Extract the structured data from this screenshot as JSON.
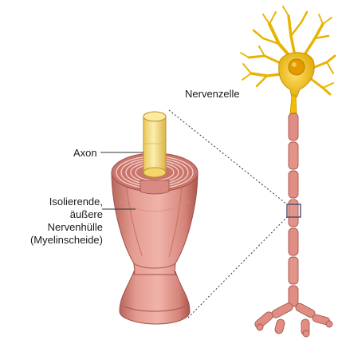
{
  "labels": {
    "neuron": "Nervenzelle",
    "axon": "Axon",
    "sheath_lines": [
      "Isolierende,",
      "äußere",
      "Nervenhülle",
      "(Myelinscheide)"
    ]
  },
  "colors": {
    "cell_body": "#f2c200",
    "cell_body_shade": "#d9a400",
    "nucleus": "#e6a000",
    "myelin": "#e08e84",
    "myelin_dark": "#b65e55",
    "myelin_light": "#f2b3aa",
    "axon_core": "#f5df80",
    "leader_line": "#333333",
    "zoom_box": "#4a4a6e"
  }
}
